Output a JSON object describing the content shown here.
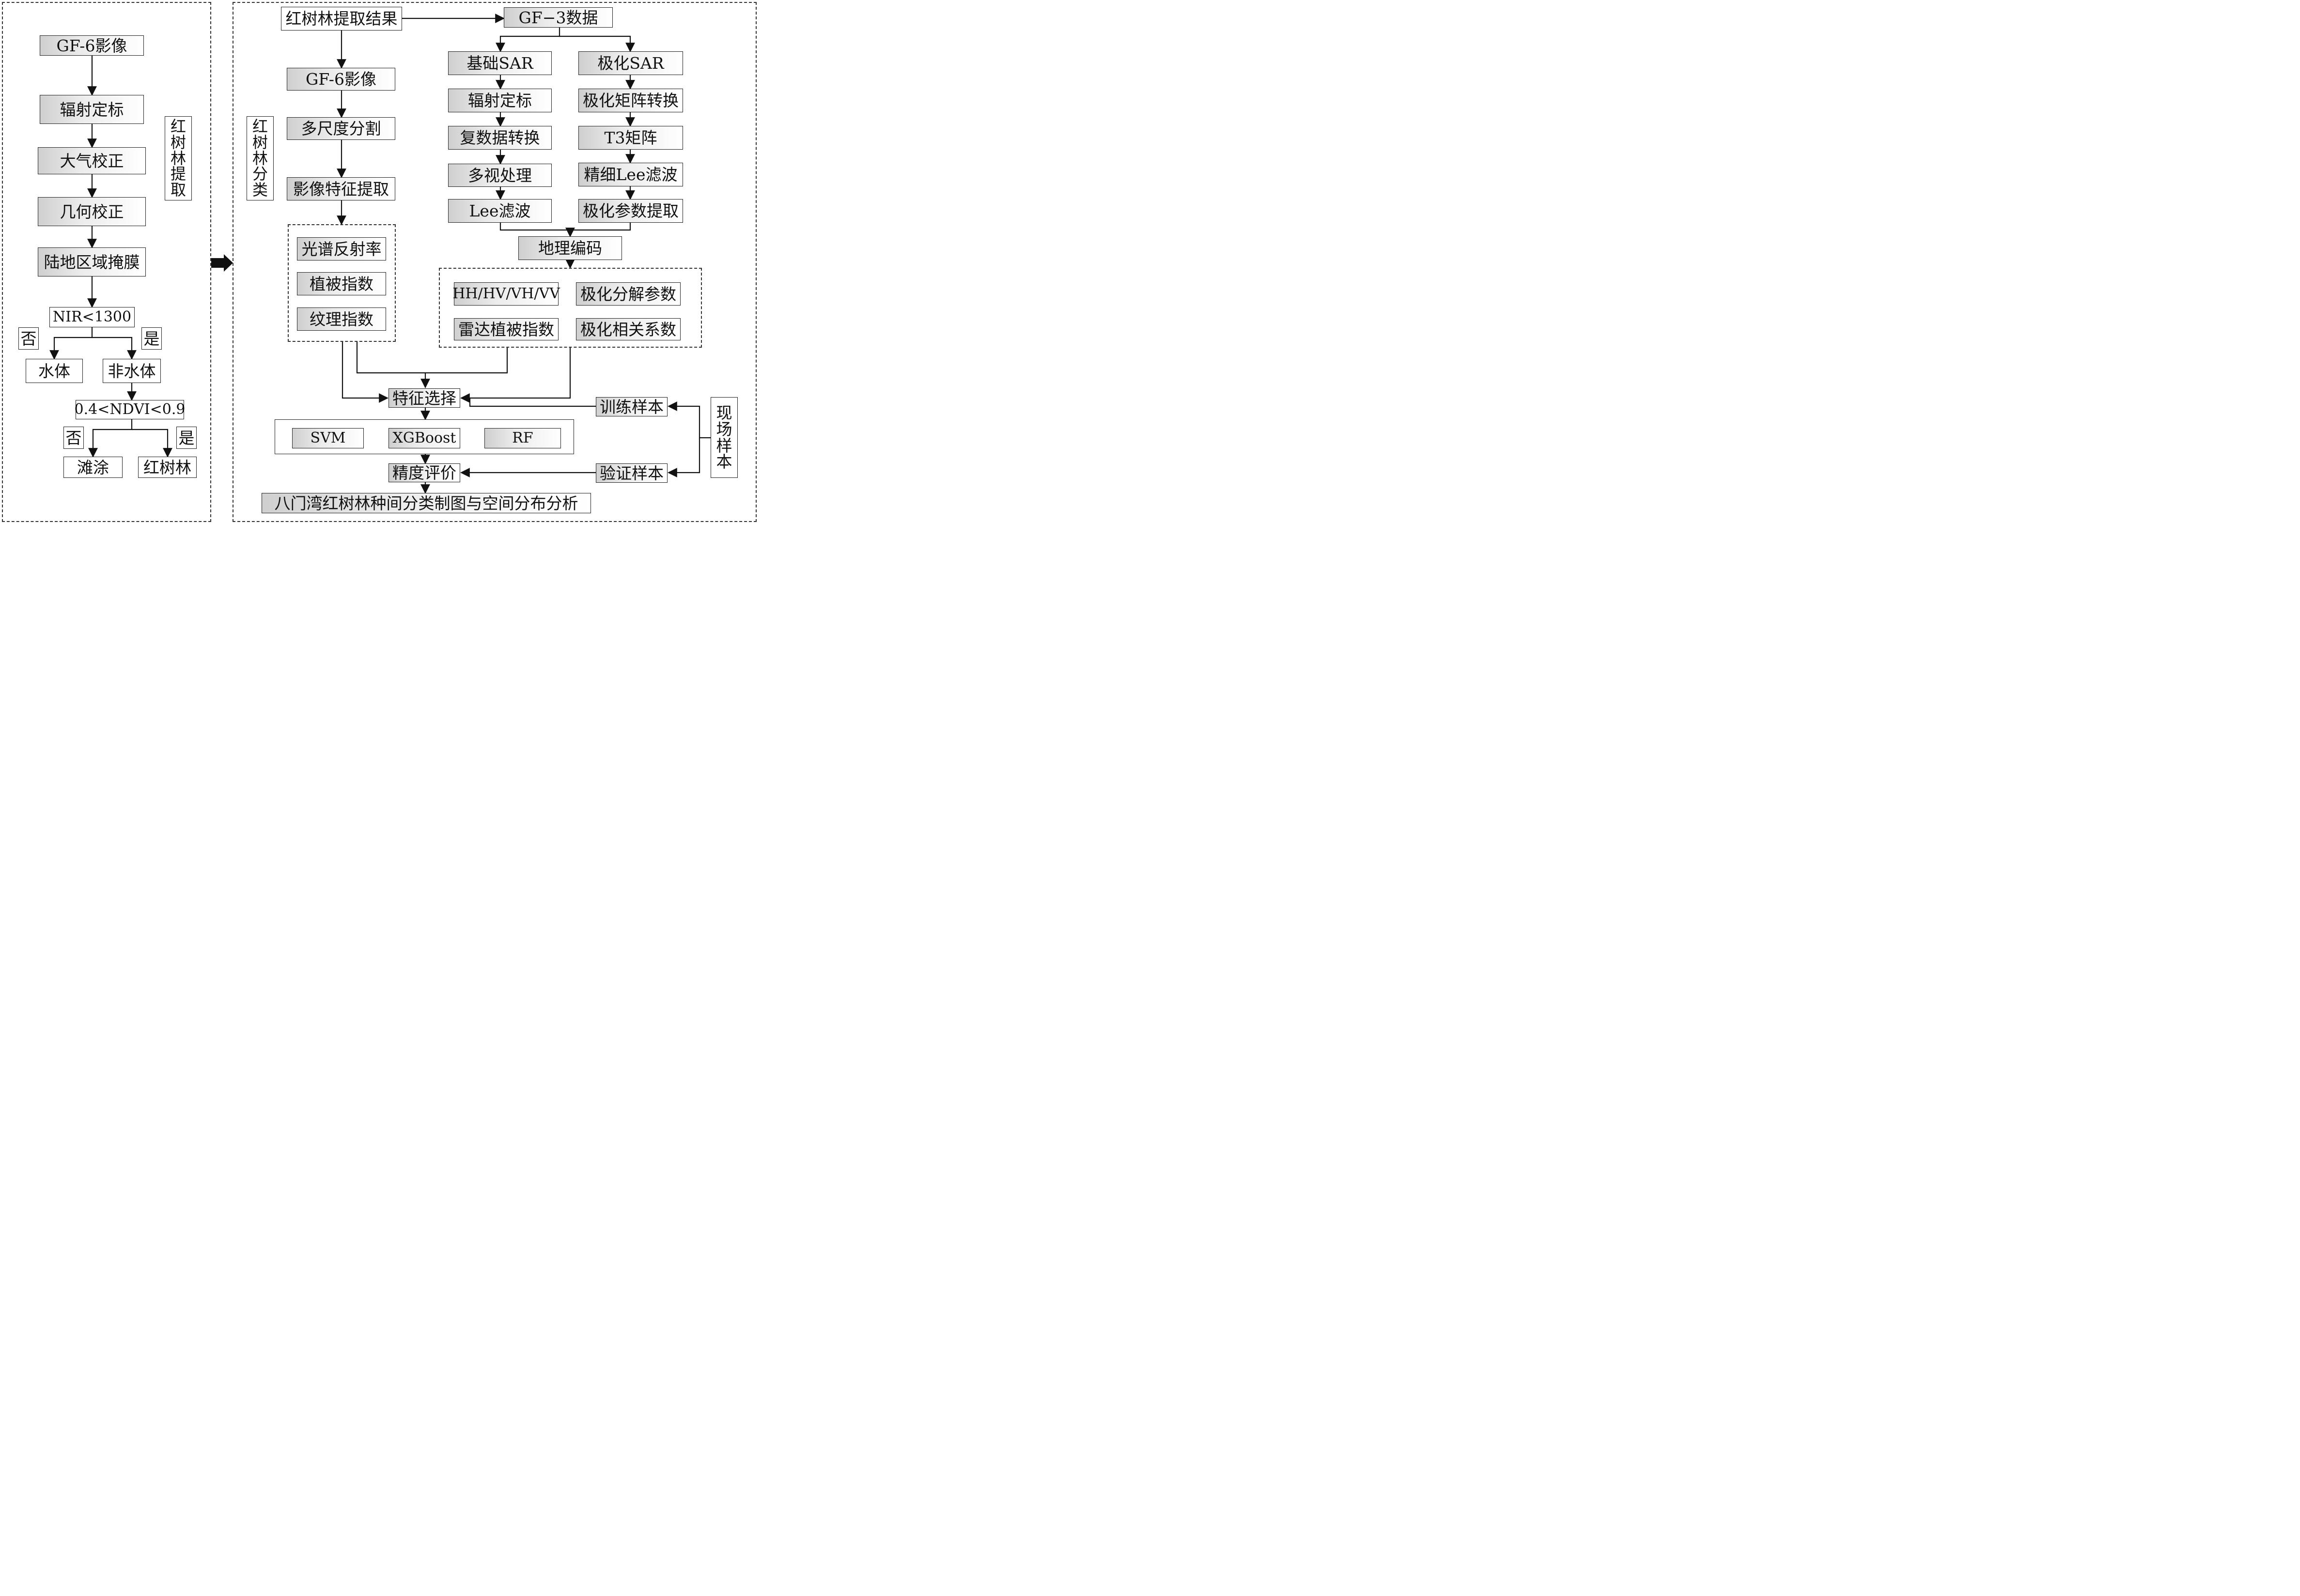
{
  "left_panel": {
    "title_vertical": [
      "红",
      "树",
      "林",
      "提",
      "取"
    ],
    "steps": {
      "gf6": "GF-6影像",
      "radiometric": "辐射定标",
      "atmos": "大气校正",
      "geom": "几何校正",
      "land_mask": "陆地区域掩膜",
      "nir": "NIR<1300",
      "no1": "否",
      "yes1": "是",
      "water": "水体",
      "nonwater": "非水体",
      "ndvi": "0.4<NDVI<0.9",
      "no2": "否",
      "yes2": "是",
      "mudflat": "滩涂",
      "mangrove": "红树林"
    }
  },
  "right_panel": {
    "title_vertical": [
      "红",
      "树",
      "林",
      "分",
      "类"
    ],
    "extract_result": "红树林提取结果",
    "gf3": "GF−3数据",
    "gf6": "GF-6影像",
    "multiscale": "多尺度分割",
    "feature_extract": "影像特征提取",
    "spectral": "光谱反射率",
    "veg_index": "植被指数",
    "texture_index": "纹理指数",
    "basic_sar": "基础SAR",
    "basic_radiometric": "辐射定标",
    "complex_convert": "复数据转换",
    "multilook": "多视处理",
    "lee_filter": "Lee滤波",
    "pol_sar": "极化SAR",
    "pol_matrix": "极化矩阵转换",
    "t3": "T3矩阵",
    "refined_lee": "精细Lee滤波",
    "pol_param": "极化参数提取",
    "geocode": "地理编码",
    "hhhv": "HH/HV/VH/VV",
    "pol_decomp": "极化分解参数",
    "radar_veg": "雷达植被指数",
    "pol_corr": "极化相关系数",
    "feature_select": "特征选择",
    "svm": "SVM",
    "xgboost": "XGBoost",
    "rf": "RF",
    "accuracy": "精度评价",
    "train_samples": "训练样本",
    "valid_samples": "验证样本",
    "field_samples_vertical": [
      "现",
      "场",
      "样",
      "本"
    ],
    "final": "八门湾红树林种间分类制图与空间分布分析"
  }
}
